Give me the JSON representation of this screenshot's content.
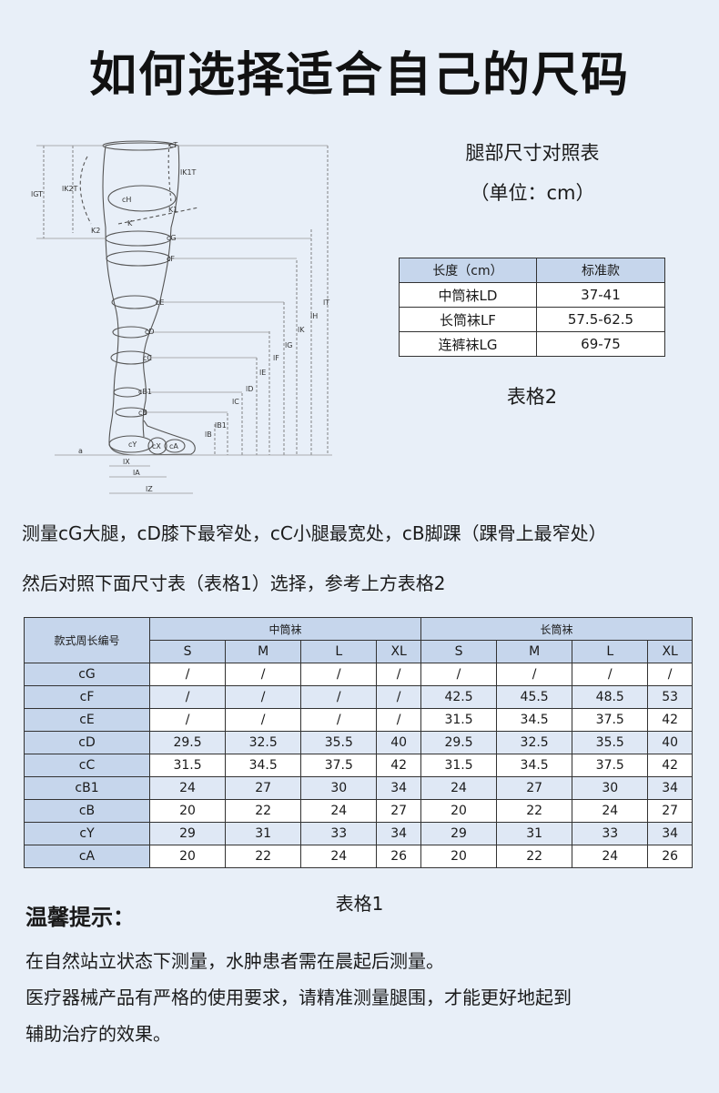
{
  "page": {
    "title": "如何选择适合自己的尺码"
  },
  "diagram": {
    "labels": [
      "cT",
      "lK1T",
      "lGT",
      "lK2T",
      "cH",
      "K1",
      "K",
      "K2",
      "cG",
      "cF",
      "cE",
      "cD",
      "cC",
      "cB1",
      "cB",
      "cY",
      "cX",
      "cA",
      "a",
      "lX",
      "lA",
      "lZ",
      "lB",
      "lB1",
      "lC",
      "lD",
      "lE",
      "lF",
      "lG",
      "lK",
      "lH",
      "lT"
    ]
  },
  "table2": {
    "title": "腿部尺寸对照表",
    "unit": "（单位：cm）",
    "header": [
      "长度（cm）",
      "标准款"
    ],
    "rows": [
      [
        "中筒袜LD",
        "37-41"
      ],
      [
        "长筒袜LF",
        "57.5-62.5"
      ],
      [
        "连裤袜LG",
        "69-75"
      ]
    ],
    "caption": "表格2"
  },
  "instructions": {
    "line1": "测量cG大腿，cD膝下最窄处，cC小腿最宽处，cB脚踝（踝骨上最窄处）",
    "line2": "然后对照下面尺寸表（表格1）选择，参考上方表格2"
  },
  "table1": {
    "corner": "款式周长编号",
    "groups": [
      "中筒袜",
      "长筒袜"
    ],
    "sizes": [
      "S",
      "M",
      "L",
      "XL",
      "S",
      "M",
      "L",
      "XL"
    ],
    "rows": [
      [
        "cG",
        "/",
        "/",
        "/",
        "/",
        "/",
        "/",
        "/",
        "/"
      ],
      [
        "cF",
        "/",
        "/",
        "/",
        "/",
        "42.5",
        "45.5",
        "48.5",
        "53"
      ],
      [
        "cE",
        "/",
        "/",
        "/",
        "/",
        "31.5",
        "34.5",
        "37.5",
        "42"
      ],
      [
        "cD",
        "29.5",
        "32.5",
        "35.5",
        "40",
        "29.5",
        "32.5",
        "35.5",
        "40"
      ],
      [
        "cC",
        "31.5",
        "34.5",
        "37.5",
        "42",
        "31.5",
        "34.5",
        "37.5",
        "42"
      ],
      [
        "cB1",
        "24",
        "27",
        "30",
        "34",
        "24",
        "27",
        "30",
        "34"
      ],
      [
        "cB",
        "20",
        "22",
        "24",
        "27",
        "20",
        "22",
        "24",
        "27"
      ],
      [
        "cY",
        "29",
        "31",
        "33",
        "34",
        "29",
        "31",
        "33",
        "34"
      ],
      [
        "cA",
        "20",
        "22",
        "24",
        "26",
        "20",
        "22",
        "24",
        "26"
      ]
    ],
    "caption": "表格1"
  },
  "tips": {
    "title": "温馨提示：",
    "lines": [
      "在自然站立状态下测量，水肿患者需在晨起后测量。",
      "医疗器械产品有严格的使用要求，请精准测量腿围，才能更好地起到",
      "辅助治疗的效果。"
    ]
  },
  "colors": {
    "background": "#e8eff8",
    "table_header": "#c6d6ec",
    "table_cell": "#ffffff",
    "table_row_alt": "#dfe8f5"
  }
}
